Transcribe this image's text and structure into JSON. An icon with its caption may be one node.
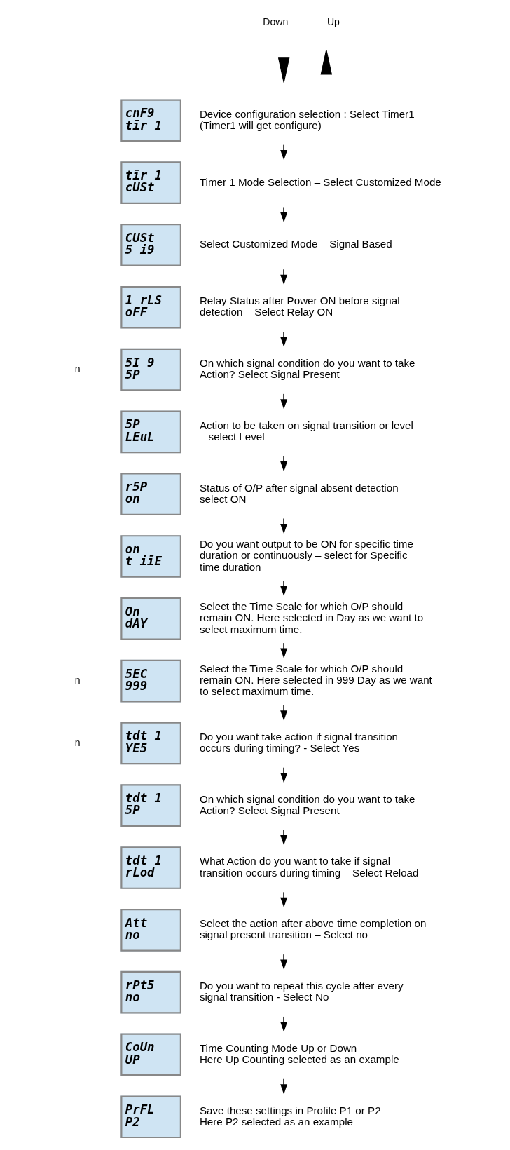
{
  "diagram": {
    "nodes": [
      {
        "text": [
          "cnF9",
          "tīr 1"
        ],
        "beside": [
          "Device configuration selection : Select Timer1 (Timer1 will get configure)"
        ]
      },
      {
        "text": [
          "tīr 1",
          "cUSt"
        ],
        "beside": [
          "Timer 1 Mode Selection – Select Customized Mode"
        ]
      },
      {
        "text": [
          "CUSt",
          "5 i9"
        ],
        "beside": [
          "Select Customized Mode – Signal Based"
        ]
      },
      {
        "text": [
          "1 rLS",
          "oFF"
        ],
        "beside": [
          "Relay Status after Power ON before signal detection – Select Relay ON"
        ]
      },
      {
        "text": [
          "5I 9",
          "5P"
        ],
        "beside": [
          "On which signal condition do you want to take Action? Select Signal Present"
        ]
      },
      {
        "text": [
          "5P",
          "LEuL"
        ],
        "beside": [
          "Action to be taken on signal transition or level – select Level"
        ]
      },
      {
        "text": [
          "r5P",
          "on"
        ],
        "beside": [
          "Status of O/P after signal absent detection– select ON"
        ]
      },
      {
        "text": [
          "on",
          "t iīE"
        ],
        "beside": [
          "Do you want output to be ON for specific time duration or continuously – select for Specific time duration"
        ]
      },
      {
        "text": [
          "On",
          "dAY"
        ],
        "beside": [
          "Select the Time Scale for which O/P should remain ON. Here selected in Day as we want to select maximum time."
        ]
      },
      {
        "text": [
          "5EC",
          "999"
        ],
        "beside": [
          "Select the Time Scale for which O/P should remain ON. Here selected in 999 Day as we want to select maximum time."
        ]
      },
      {
        "text": [
          "tdt 1",
          "YE5"
        ],
        "beside": [
          "Do you want take action if signal transition occurs during timing? - Select Yes"
        ]
      },
      {
        "text": [
          "tdt 1",
          "5P"
        ],
        "beside": [
          "On which signal condition do you want to take Action? Select Signal Present"
        ]
      },
      {
        "text": [
          "tdt 1",
          "rLod"
        ],
        "beside": [
          "What Action do you want to take if signal transition occurs during timing – Select Reload"
        ]
      },
      {
        "text": [
          "Att",
          "no"
        ],
        "beside": [
          "Select the action after above time completion on signal present transition – Select no"
        ]
      },
      {
        "text": [
          "rPt5",
          "no"
        ],
        "beside": [
          "Do you want to repeat this cycle after every signal transition - Select No"
        ]
      },
      {
        "text": [
          "CoUn",
          "UP"
        ],
        "beside": [
          "Time Counting Mode Up or Down",
          "Here Up Counting selected as an example"
        ]
      },
      {
        "text": [
          "PrFL",
          "P2"
        ],
        "beside": [
          "Save these settings in Profile P1 or P2",
          "Here P2 selected as an example"
        ]
      }
    ],
    "edges": [
      {
        "from": 0,
        "to": 1,
        "arrow": "to"
      },
      {
        "from": 1,
        "to": 2,
        "arrow": "to"
      },
      {
        "from": 2,
        "to": 3,
        "arrow": "to"
      },
      {
        "from": 3,
        "to": 4,
        "arrow": "to"
      },
      {
        "from": 4,
        "to": 5,
        "arrow": "to"
      },
      {
        "from": 5,
        "to": 6,
        "arrow": "to"
      },
      {
        "from": 6,
        "to": 7,
        "arrow": "to"
      },
      {
        "from": 7,
        "to": 8,
        "arrow": "to"
      },
      {
        "from": 8,
        "to": 9,
        "arrow": "to"
      },
      {
        "from": 9,
        "to": 10,
        "arrow": "to"
      },
      {
        "from": 10,
        "to": 11,
        "arrow": "to"
      },
      {
        "from": 11,
        "to": 12,
        "arrow": "to"
      },
      {
        "from": 12,
        "to": 13,
        "arrow": "to"
      },
      {
        "from": 13,
        "to": 14,
        "arrow": "to"
      },
      {
        "from": 14,
        "to": 15,
        "arrow": "to"
      },
      {
        "from": 15,
        "to": 16,
        "arrow": "to"
      }
    ],
    "labels": [
      "Down",
      "Up",
      "n",
      "n",
      "n"
    ]
  }
}
